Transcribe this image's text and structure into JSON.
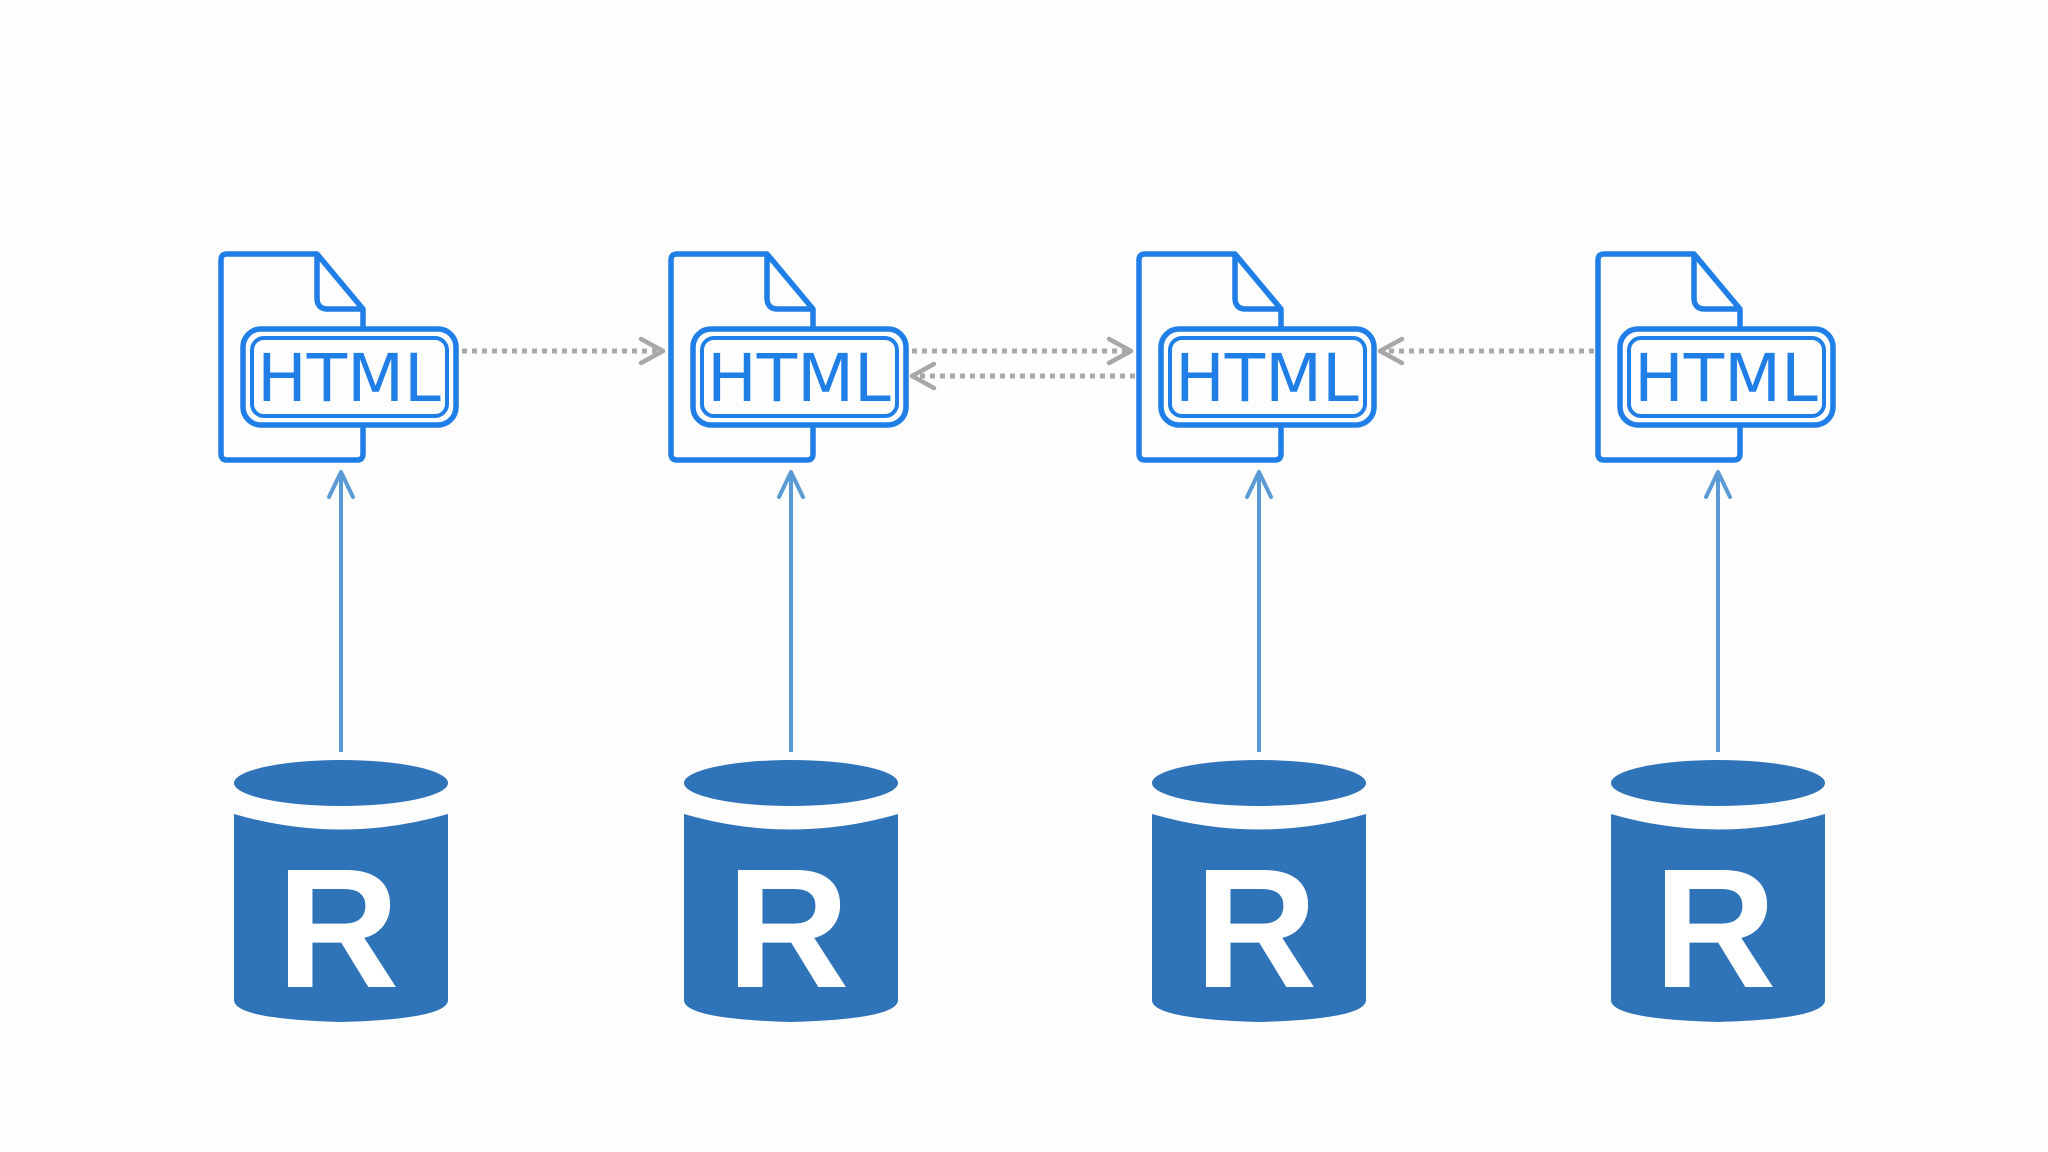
{
  "colors": {
    "background": "#fdfdfd",
    "html_icon": "#1f7fe6",
    "r_database": "#2f73b8",
    "r_letter": "#ffffff",
    "vertical_arrow": "#5b9bd5",
    "dotted_arrow": "#a8a8a8"
  },
  "icons": {
    "document": "html-file-icon",
    "database": "r-database-icon"
  },
  "columns": [
    {
      "html_label": "HTML",
      "db_label": "R"
    },
    {
      "html_label": "HTML",
      "db_label": "R"
    },
    {
      "html_label": "HTML",
      "db_label": "R"
    },
    {
      "html_label": "HTML",
      "db_label": "R"
    }
  ],
  "links": [
    {
      "from": 0,
      "to": 1,
      "style": "dotted",
      "direction": "forward"
    },
    {
      "from": 1,
      "to": 2,
      "style": "dotted",
      "direction": "forward"
    },
    {
      "from": 2,
      "to": 1,
      "style": "dotted",
      "direction": "forward"
    },
    {
      "from": 3,
      "to": 2,
      "style": "dotted",
      "direction": "forward"
    }
  ]
}
